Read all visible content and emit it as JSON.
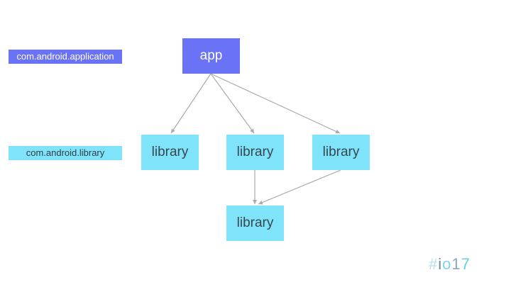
{
  "legend": {
    "application_label": "com.android.application",
    "library_label": "com.android.library"
  },
  "nodes": {
    "app": "app",
    "library_1": "library",
    "library_2": "library",
    "library_3": "library",
    "library_4": "library"
  },
  "branding": {
    "hashtag": "#io17",
    "parts": [
      "#",
      "i",
      "o",
      "1",
      "7"
    ]
  },
  "colors": {
    "application": "#6a73f6",
    "library": "#7fe4f9",
    "arrow": "#aaaaaa"
  }
}
